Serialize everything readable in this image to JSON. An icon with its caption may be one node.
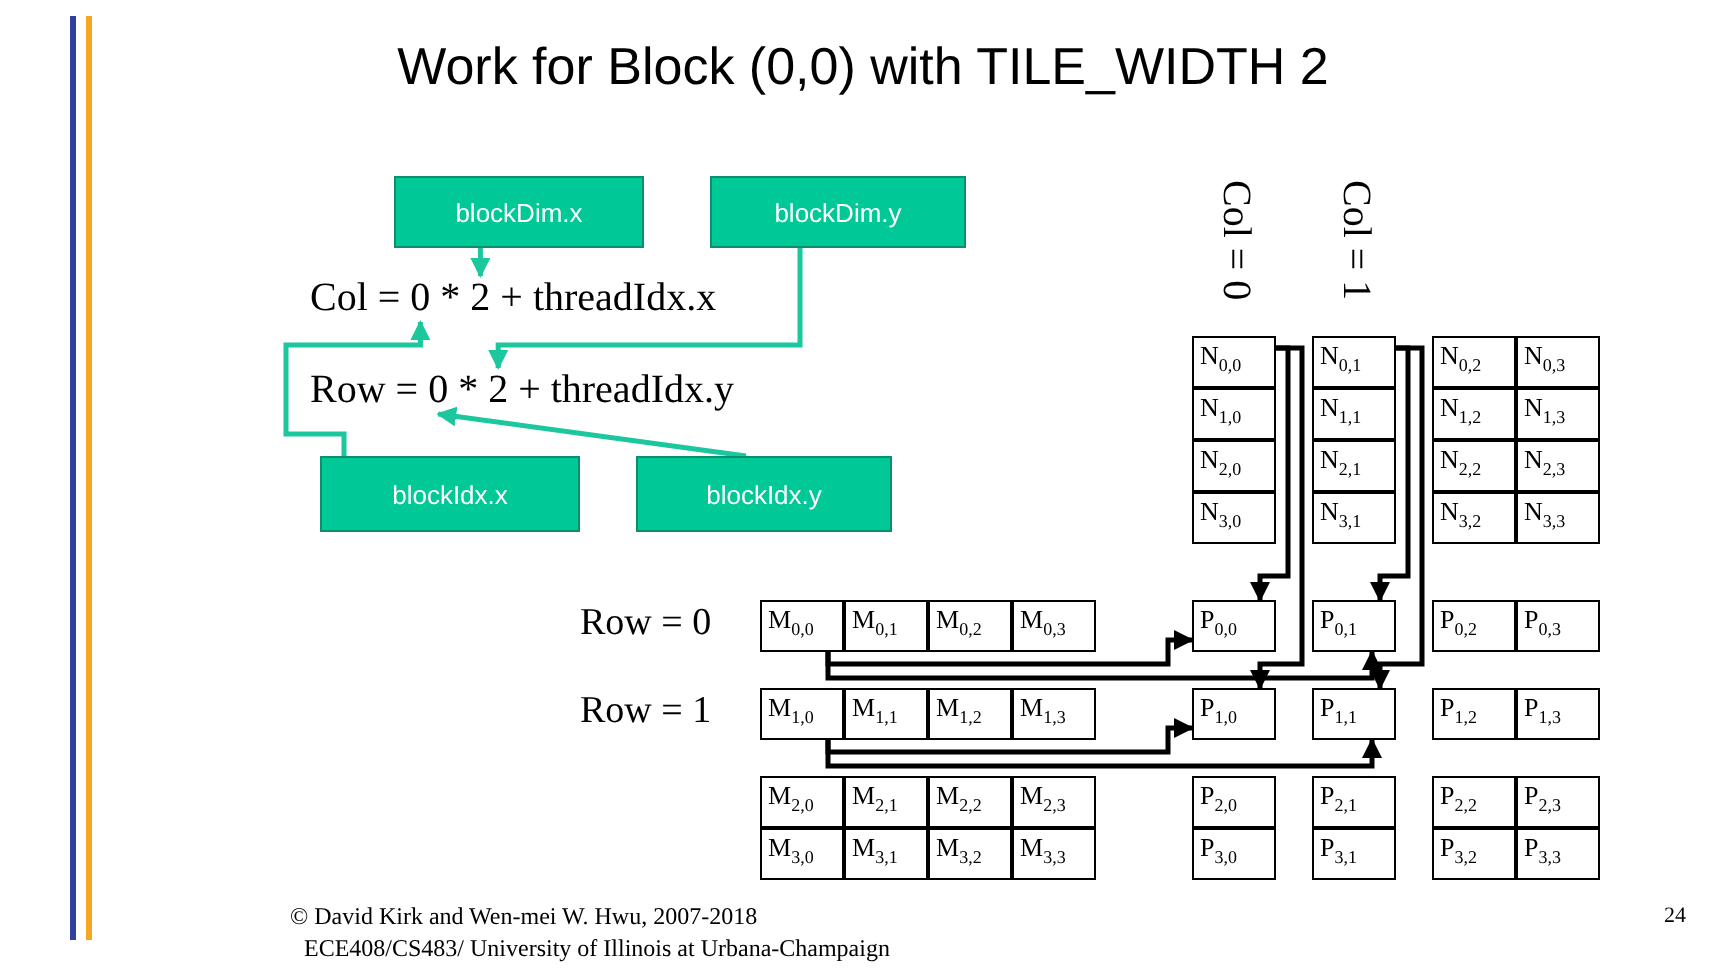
{
  "diagram": {
    "title": "Work for Block (0,0) with TILE_WIDTH 2",
    "nodes": [
      {
        "text": [
          "blockDim.x"
        ]
      },
      {
        "text": [
          "blockDim.y"
        ]
      },
      {
        "text": [
          "blockIdx.x"
        ]
      },
      {
        "text": [
          "blockIdx.y"
        ]
      },
      {
        "text": [
          "Col = 0 * 2 + threadIdx.x"
        ]
      },
      {
        "text": [
          "Row = 0 * 2 + threadIdx.y"
        ]
      },
      {
        "text": [
          "N$_{0,0}$"
        ]
      },
      {
        "text": [
          "N$_{0,1}$"
        ]
      },
      {
        "text": [
          "N$_{0,2}$"
        ]
      },
      {
        "text": [
          "N$_{0,3}$"
        ]
      },
      {
        "text": [
          "N$_{1,0}$"
        ]
      },
      {
        "text": [
          "N$_{1,1}$"
        ]
      },
      {
        "text": [
          "N$_{1,2}$"
        ]
      },
      {
        "text": [
          "N$_{1,3}$"
        ]
      },
      {
        "text": [
          "N$_{2,0}$"
        ]
      },
      {
        "text": [
          "N$_{2,1}$"
        ]
      },
      {
        "text": [
          "N$_{2,2}$"
        ]
      },
      {
        "text": [
          "N$_{2,3}$"
        ]
      },
      {
        "text": [
          "N$_{3,0}$"
        ]
      },
      {
        "text": [
          "N$_{3,1}$"
        ]
      },
      {
        "text": [
          "N$_{3,2}$"
        ]
      },
      {
        "text": [
          "N$_{3,3}$"
        ]
      },
      {
        "text": [
          "M$_{0,0}$"
        ]
      },
      {
        "text": [
          "M$_{0,1}$"
        ]
      },
      {
        "text": [
          "M$_{0,2}$"
        ]
      },
      {
        "text": [
          "M$_{0,3}$"
        ]
      },
      {
        "text": [
          "M$_{1,0}$"
        ]
      },
      {
        "text": [
          "M$_{1,1}$"
        ]
      },
      {
        "text": [
          "M$_{1,2}$"
        ]
      },
      {
        "text": [
          "M$_{1,3}$"
        ]
      },
      {
        "text": [
          "M$_{2,0}$"
        ]
      },
      {
        "text": [
          "M$_{2,1}$"
        ]
      },
      {
        "text": [
          "M$_{2,2}$"
        ]
      },
      {
        "text": [
          "M$_{2,3}$"
        ]
      },
      {
        "text": [
          "M$_{3,0}$"
        ]
      },
      {
        "text": [
          "M$_{3,1}$"
        ]
      },
      {
        "text": [
          "M$_{3,2}$"
        ]
      },
      {
        "text": [
          "M$_{3,3}$"
        ]
      },
      {
        "text": [
          "P$_{0,0}$"
        ]
      },
      {
        "text": [
          "P$_{0,1}$"
        ]
      },
      {
        "text": [
          "P$_{0,2}$"
        ]
      },
      {
        "text": [
          "P$_{0,3}$"
        ]
      },
      {
        "text": [
          "P$_{1,0}$"
        ]
      },
      {
        "text": [
          "P$_{1,1}$"
        ]
      },
      {
        "text": [
          "P$_{1,2}$"
        ]
      },
      {
        "text": [
          "P$_{1,3}$"
        ]
      },
      {
        "text": [
          "P$_{2,0}$"
        ]
      },
      {
        "text": [
          "P$_{2,1}$"
        ]
      },
      {
        "text": [
          "P$_{2,2}$"
        ]
      },
      {
        "text": [
          "P$_{2,3}$"
        ]
      },
      {
        "text": [
          "P$_{3,0}$"
        ]
      },
      {
        "text": [
          "P$_{3,1}$"
        ]
      },
      {
        "text": [
          "P$_{3,2}$"
        ]
      },
      {
        "text": [
          "P$_{3,3}$"
        ]
      }
    ],
    "edges": [
      {
        "from": 0,
        "to": 4,
        "arrow": "to",
        "color": "#1dc79e"
      },
      {
        "from": 1,
        "to": 5,
        "arrow": "to",
        "color": "#1dc79e"
      },
      {
        "from": 2,
        "to": 4,
        "arrow": "to",
        "color": "#1dc79e"
      },
      {
        "from": 3,
        "to": 5,
        "arrow": "to",
        "color": "#1dc79e"
      },
      {
        "from": 6,
        "to": 38,
        "arrow": "to"
      },
      {
        "from": 6,
        "to": 42,
        "arrow": "to"
      },
      {
        "from": 7,
        "to": 39,
        "arrow": "to"
      },
      {
        "from": 7,
        "to": 43,
        "arrow": "to"
      },
      {
        "from": 22,
        "to": 38,
        "arrow": "to"
      },
      {
        "from": 22,
        "to": 39,
        "arrow": "to"
      },
      {
        "from": 26,
        "to": 42,
        "arrow": "to"
      },
      {
        "from": 26,
        "to": 43,
        "arrow": "to"
      }
    ],
    "labels": [
      "Col = 0",
      "Col = 1",
      "Row = 0",
      "Row = 1",
      "© David Kirk and Wen-mei W. Hwu, 2007-2018",
      "ECE408/CS483/ University of Illinois at Urbana-Champaign",
      "24"
    ]
  }
}
